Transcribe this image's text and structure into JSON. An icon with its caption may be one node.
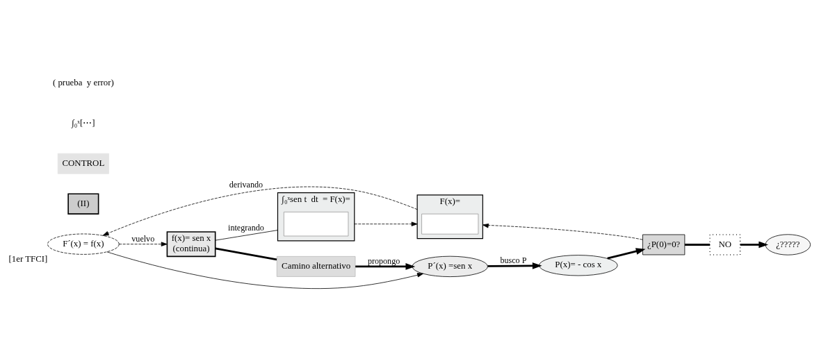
{
  "diagram": {
    "nodes": [
      {
        "text": [
          "f(x)= sen x",
          "(continua)"
        ]
      },
      {
        "text": [
          "∫₀ˣsen t  dt  = F(x)="
        ]
      },
      {
        "text": [],
        "shape": "box",
        "in": 1
      },
      {
        "text": [
          "Camino alternativo"
        ]
      },
      {
        "text": [
          "F´(x) = f(x)"
        ],
        "beside": [
          "[1er TFCI]"
        ]
      },
      {
        "text": [
          "F(x)="
        ]
      },
      {
        "text": [],
        "shape": "box",
        "in": 5
      },
      {
        "text": [
          "¿P(0)=0?"
        ]
      },
      {
        "text": [
          "P´(x) =sen x"
        ]
      },
      {
        "text": [
          "P(x)= - cos x"
        ]
      },
      {
        "text": [
          "NO"
        ]
      },
      {
        "text": [
          "¿?????"
        ]
      },
      {
        "text": [
          "(II)"
        ]
      },
      {
        "text": [
          "CONTROL"
        ]
      }
    ],
    "edges": [
      {
        "from": 0,
        "to": 1,
        "arrow": "none",
        "label": "integrando"
      },
      {
        "from": 1,
        "to": 5,
        "arrow": "to",
        "style": "dashed"
      },
      {
        "from": 5,
        "to": 4,
        "arrow": "to",
        "style": "dashed",
        "label": "derivando"
      },
      {
        "from": 4,
        "to": 0,
        "arrow": "to",
        "style": "dashed",
        "label": "vuelvo"
      },
      {
        "from": 4,
        "to": 8,
        "arrow": "to"
      },
      {
        "from": 0,
        "to": 3,
        "arrow": "none",
        "style": "thick"
      },
      {
        "from": 3,
        "to": 8,
        "arrow": "to",
        "style": "thick",
        "label": "propongo"
      },
      {
        "from": 8,
        "to": 9,
        "arrow": "to",
        "style": "thick",
        "label": "busco P"
      },
      {
        "from": 9,
        "to": 7,
        "arrow": "to",
        "style": "thick"
      },
      {
        "from": 7,
        "to": 5,
        "arrow": "to",
        "style": "dashed"
      },
      {
        "from": 7,
        "to": 10,
        "arrow": "none",
        "style": "thick"
      },
      {
        "from": 10,
        "to": 11,
        "arrow": "to",
        "style": "thick"
      }
    ],
    "labels": [
      "∫₀ˣ[⋯]",
      "( prueba  y error)"
    ]
  }
}
